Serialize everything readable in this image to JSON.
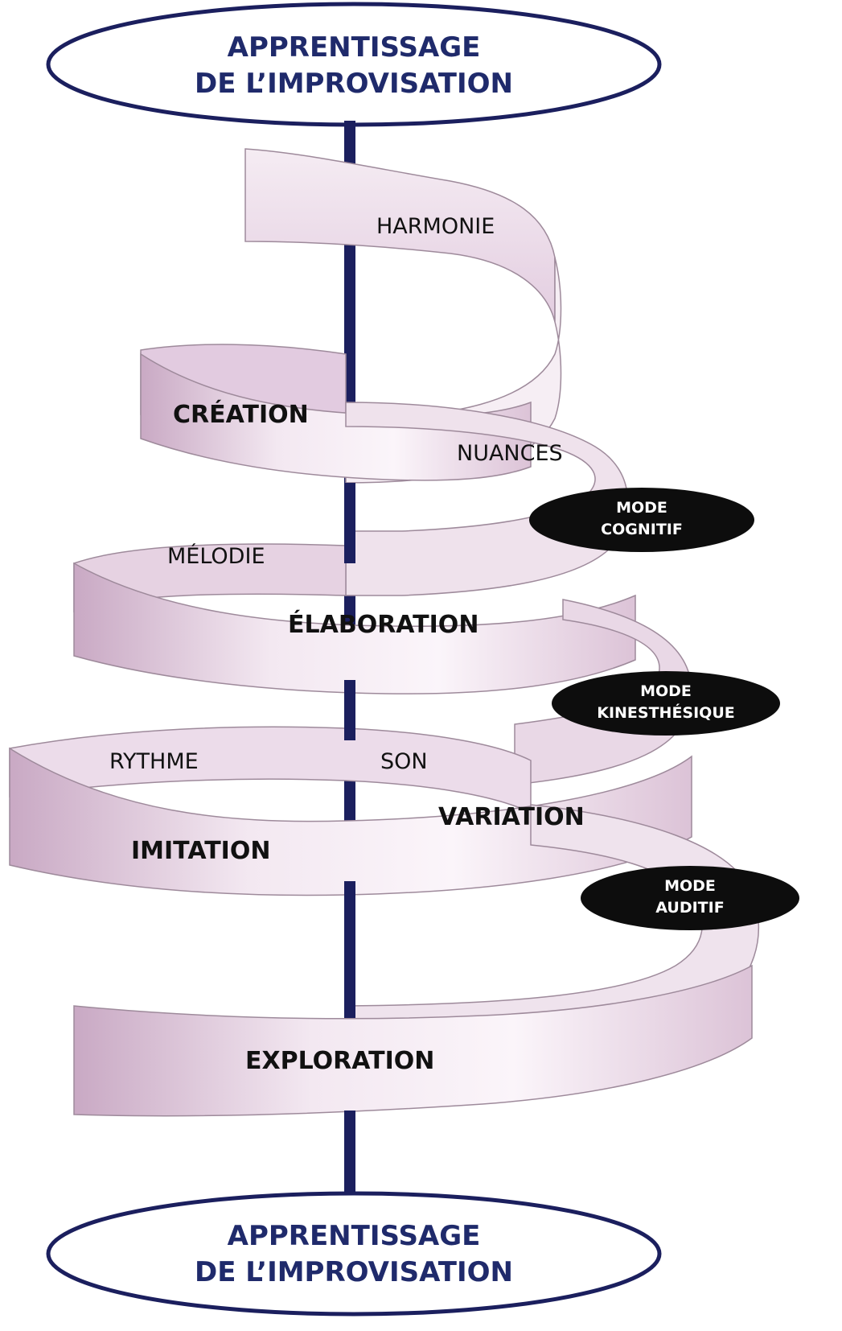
{
  "title_top": {
    "line1": "APPRENTISSAGE",
    "line2": "DE L’IMPROVISATION"
  },
  "title_bottom": {
    "line1": "APPRENTISSAGE",
    "line2": "DE L’IMPROVISATION"
  },
  "stages": {
    "creation": "CRÉATION",
    "elaboration": "ÉLABORATION",
    "variation": "VARIATION",
    "imitation": "IMITATION",
    "exploration": "EXPLORATION"
  },
  "elements": {
    "harmonie": "HARMONIE",
    "nuances": "NUANCES",
    "melodie": "MÉLODIE",
    "rythme": "RYTHME",
    "son": "SON"
  },
  "modes": {
    "cognitif": {
      "line1": "MODE",
      "line2": "COGNITIF"
    },
    "kinesthesique": {
      "line1": "MODE",
      "line2": "KINESTHÉSIQUE"
    },
    "auditif": {
      "line1": "MODE",
      "line2": "AUDITIF"
    }
  },
  "colors": {
    "title_text": "#1f2a6b",
    "axis": "#1b1f5e",
    "ribbon_light": "#f7eef5",
    "ribbon_mid": "#e7d3e4",
    "ribbon_dark": "#c9a9c4",
    "mode_pill": "#0d0d0d"
  }
}
